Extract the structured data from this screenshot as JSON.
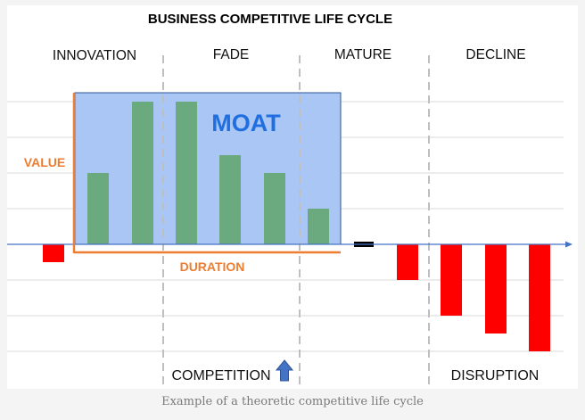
{
  "chart_data": {
    "type": "bar",
    "title": "BUSINESS COMPETITIVE LIFE CYCLE",
    "phases": [
      "INNOVATION",
      "FADE",
      "MATURE",
      "DECLINE"
    ],
    "values": [
      -1,
      4,
      8,
      8,
      5,
      4,
      2,
      0,
      -2,
      -4,
      -5,
      -6
    ],
    "ylim": [
      -6.2,
      8.6
    ],
    "grid": true,
    "moat_label": "MOAT",
    "value_label": "VALUE",
    "duration_label": "DURATION",
    "annotations": {
      "competition": "COMPETITION",
      "disruption": "DISRUPTION"
    },
    "colors": {
      "positive": "#6aaa7e",
      "negative": "#ff0000",
      "zero": "#000000",
      "moat_fill": "#a9c6f4",
      "moat_border": "#2f5597",
      "moat_text": "#1f6fe0",
      "accent": "#ed7d31",
      "arrow": "#4472c4",
      "grid": "#d9d9d9",
      "divider": "#bfbfbf"
    }
  },
  "caption": "Example of a theoretic competitive life cycle"
}
